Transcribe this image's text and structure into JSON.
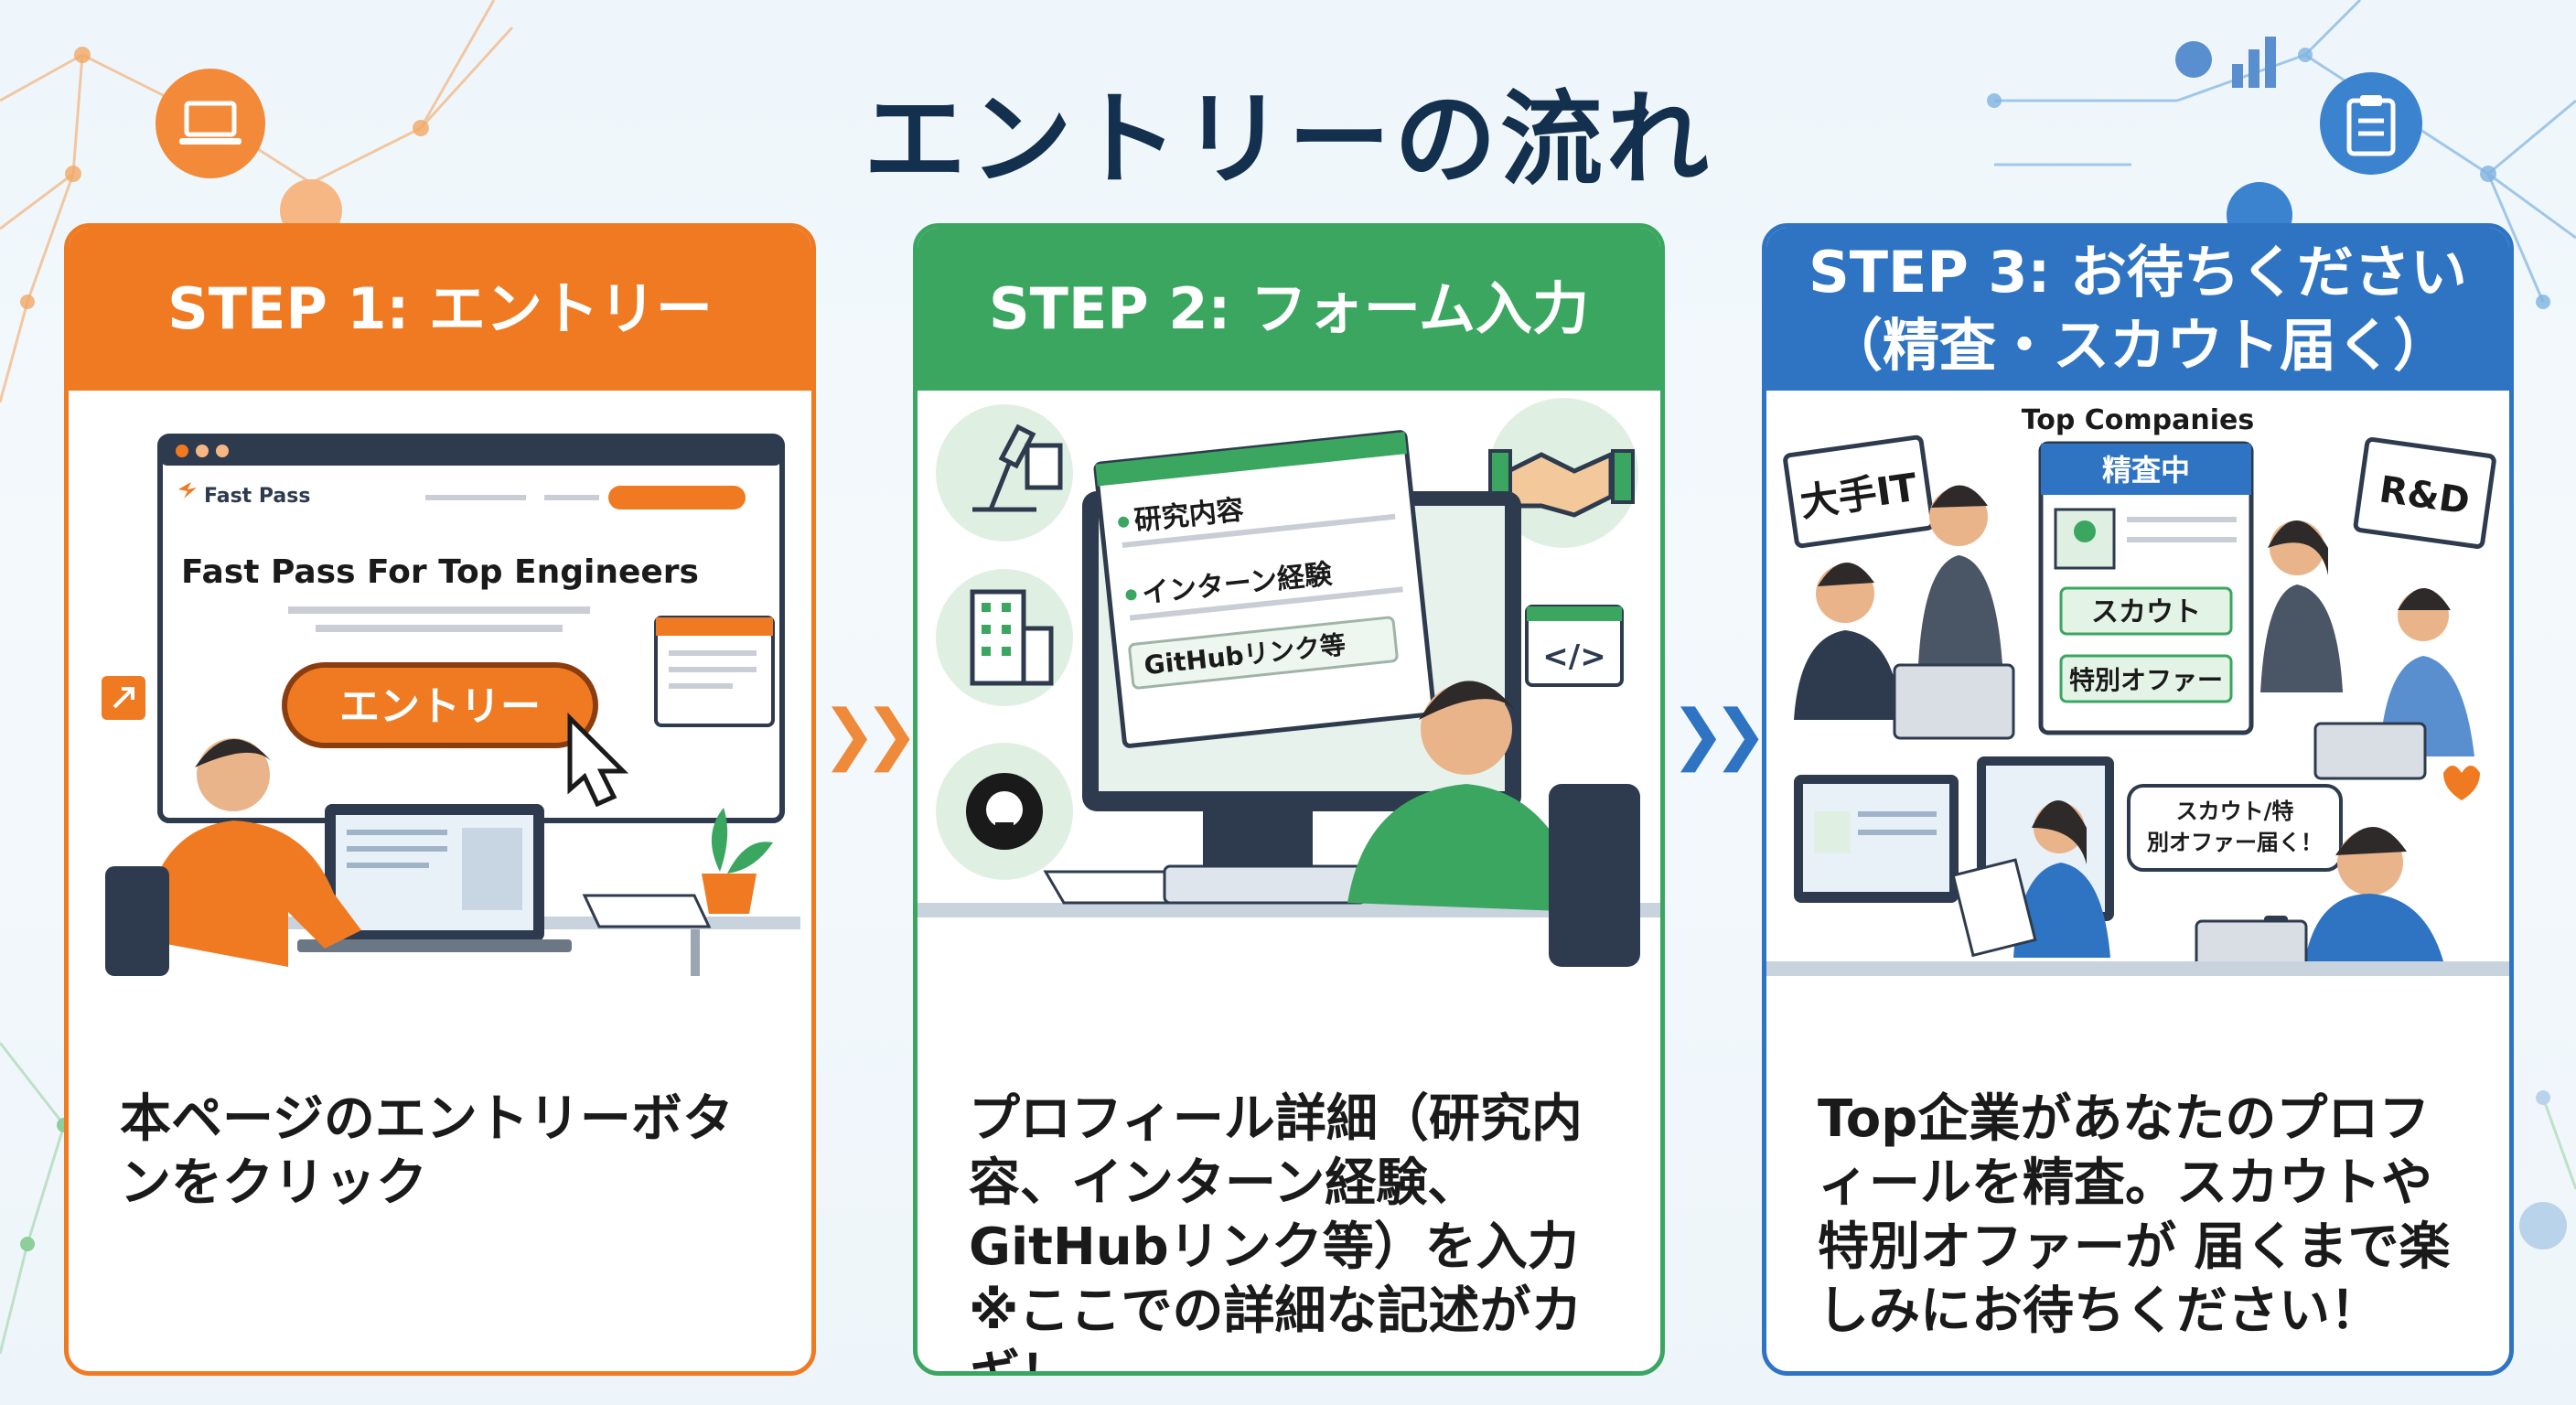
{
  "title": "エントリーの流れ",
  "colors": {
    "step1": "#ef7a22",
    "step2": "#3aa660",
    "step3": "#2f74c3",
    "title": "#14304f"
  },
  "steps": [
    {
      "heading_lines": [
        "STEP 1: エントリー"
      ],
      "description": "本ページのエントリーボタンをクリック",
      "illustration": {
        "site_logo": "Fast Pass",
        "site_headline": "Fast Pass For Top Engineers",
        "entry_button": "エントリー",
        "icons": [
          "laptop-icon",
          "pointer-hand-icon",
          "external-link-icon",
          "plant-icon"
        ]
      }
    },
    {
      "heading_lines": [
        "STEP 2: フォーム入力"
      ],
      "description": "プロフィール詳細（研究内容、インターン経験、GitHubリンク等）を入力 ※ここでの詳細な記述がカギ！",
      "illustration": {
        "form_fields": [
          "研究内容",
          "インターン経験",
          "GitHubリンク等"
        ],
        "icons": [
          "microscope-icon",
          "building-icon",
          "github-icon",
          "handshake-icon",
          "code-icon"
        ]
      }
    },
    {
      "heading_lines": [
        "STEP 3: お待ちください",
        "（精査・スカウト届く）"
      ],
      "description": "Top企業があなたのプロフィールを精査。スカウトや特別オファーが 届くまで楽しみにお待ちください！",
      "illustration": {
        "header": "Top Companies",
        "status": "精査中",
        "badges": [
          "スカウト",
          "特別オファー"
        ],
        "signs": [
          "大手IT",
          "R&D"
        ],
        "bubble": "スカウト/特別オファー届く！",
        "icons": [
          "clipboard-icon",
          "chart-icon",
          "smartphone-icon",
          "heart-icon"
        ]
      }
    }
  ]
}
